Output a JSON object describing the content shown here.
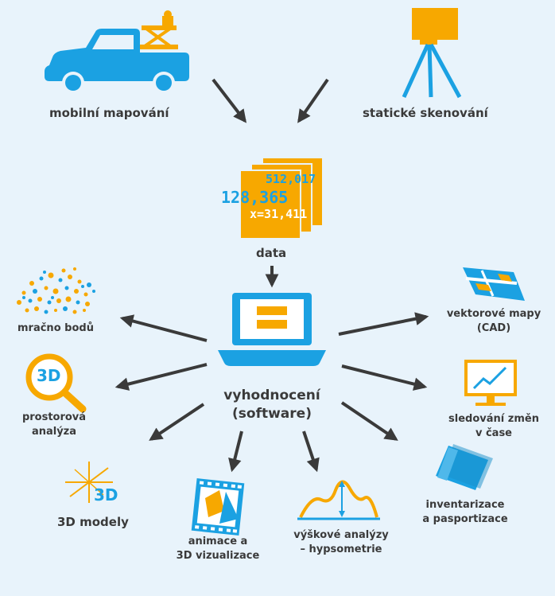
{
  "colors": {
    "background": "#e8f3fb",
    "blue": "#1ba1e2",
    "orange": "#f7a800",
    "arrow": "#3a3a3a",
    "text": "#3a3a3a"
  },
  "sources": {
    "mobile": {
      "label": "mobilní mapování",
      "icon": "pickup-truck-scanner-icon"
    },
    "static": {
      "label": "statické skenování",
      "icon": "tripod-scanner-icon"
    }
  },
  "data_node": {
    "label": "data",
    "icon": "data-sheets-icon",
    "numbers": [
      "512,017",
      "128,365",
      "x=31,411"
    ]
  },
  "center": {
    "label_line1": "vyhodnocení",
    "label_line2": "(software)",
    "icon": "laptop-icon"
  },
  "outputs": {
    "point_cloud": {
      "label": "mračno bodů",
      "icon": "point-cloud-icon"
    },
    "spatial": {
      "label_line1": "prostorová",
      "label_line2": "analýza",
      "icon": "magnifier-3d-icon",
      "icon_text": "3D"
    },
    "models": {
      "label": "3D modely",
      "icon": "3d-axes-icon",
      "icon_text": "3D"
    },
    "animation": {
      "label_line1": "animace a",
      "label_line2": "3D vizualizace",
      "icon": "film-strip-icon"
    },
    "hypsometry": {
      "label_line1": "výškové analýzy",
      "label_line2": "– hypsometrie",
      "icon": "elevation-profile-icon"
    },
    "inventory": {
      "label_line1": "inventarizace",
      "label_line2": "a pasportizace",
      "icon": "folder-icon"
    },
    "monitoring": {
      "label_line1": "sledování změn",
      "label_line2": "v čase",
      "icon": "monitor-chart-icon"
    },
    "vector": {
      "label_line1": "vektorové mapy",
      "label_line2": "(CAD)",
      "icon": "vector-map-icon"
    }
  }
}
